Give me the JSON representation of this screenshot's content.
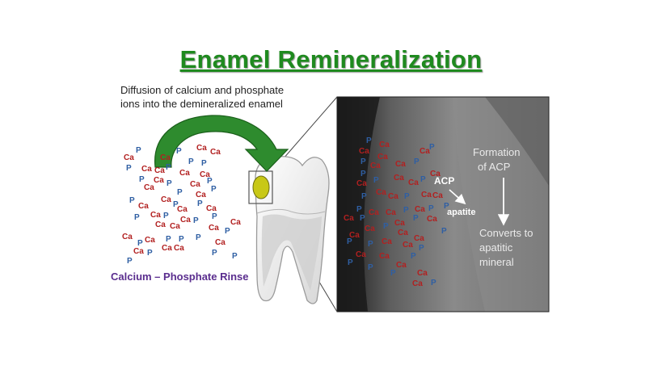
{
  "title": "Enamel Remineralization",
  "diffusion_text": [
    "Diffusion of calcium and phosphate",
    "ions into the demineralized enamel"
  ],
  "rinse_label": "Calcium – Phosphate Rinse",
  "micrograph": {
    "acp_label": "ACP",
    "apatite_label": "apatite",
    "formation_text": [
      "Formation",
      "of ACP"
    ],
    "converts_text": [
      "Converts to",
      "apatitic",
      "mineral"
    ]
  },
  "ion_labels": {
    "calcium": "Ca",
    "phosphate": "P"
  },
  "colors": {
    "title": "#1f8a1f",
    "arrow": "#2e8b2e",
    "calcium": "#b22020",
    "phosphate": "#2f5fa3",
    "rinse": "#5a2d8e",
    "lesion": "#c8c817"
  }
}
